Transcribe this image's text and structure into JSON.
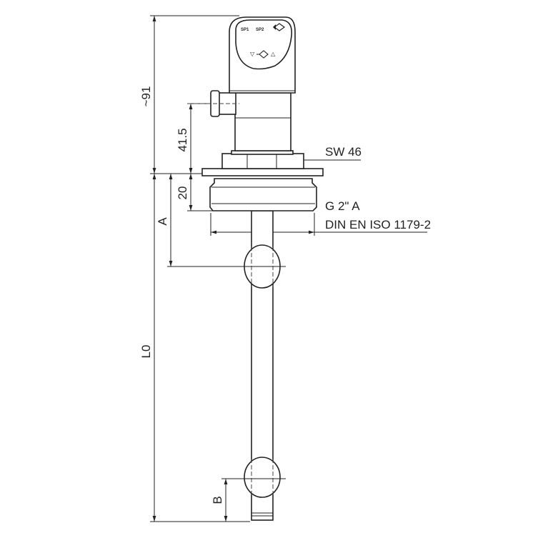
{
  "drawing": {
    "dimensions": {
      "overall_height": "~91",
      "connector_height": "41.5",
      "thread_length": "20",
      "float_A": "A",
      "probe_length": "L0",
      "float_B": "B"
    },
    "callouts": {
      "wrench_size": "SW 46",
      "thread": "G 2\" A",
      "thread_standard": "DIN EN ISO 1179-2"
    },
    "display": {
      "sp1": "SP1",
      "sp2": "SP2",
      "down_symbol": "▽",
      "up_symbol": "△"
    }
  }
}
